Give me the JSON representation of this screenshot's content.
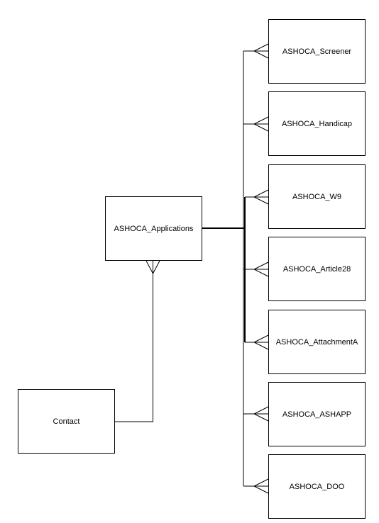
{
  "diagram": {
    "type": "entity-relationship",
    "entities": {
      "applications": {
        "label": "ASHOCA_Applications"
      },
      "contact": {
        "label": "Contact"
      },
      "screener": {
        "label": "ASHOCA_Screener"
      },
      "handicap": {
        "label": "ASHOCA_Handicap"
      },
      "w9": {
        "label": "ASHOCA_W9"
      },
      "article28": {
        "label": "ASHOCA_Article28"
      },
      "attachmenta": {
        "label": "ASHOCA_AttachmentA"
      },
      "ashapp": {
        "label": "ASHOCA_ASHAPP"
      },
      "doo": {
        "label": "ASHOCA_DOO"
      }
    },
    "relationships": [
      {
        "from": "contact",
        "to": "applications",
        "cardinality": "one-to-many"
      },
      {
        "from": "applications",
        "to": "screener",
        "cardinality": "one-to-many"
      },
      {
        "from": "applications",
        "to": "handicap",
        "cardinality": "one-to-many"
      },
      {
        "from": "applications",
        "to": "w9",
        "cardinality": "one-to-many"
      },
      {
        "from": "applications",
        "to": "article28",
        "cardinality": "one-to-many"
      },
      {
        "from": "applications",
        "to": "attachmenta",
        "cardinality": "one-to-many"
      },
      {
        "from": "applications",
        "to": "ashapp",
        "cardinality": "one-to-many"
      },
      {
        "from": "applications",
        "to": "doo",
        "cardinality": "one-to-many"
      }
    ]
  }
}
